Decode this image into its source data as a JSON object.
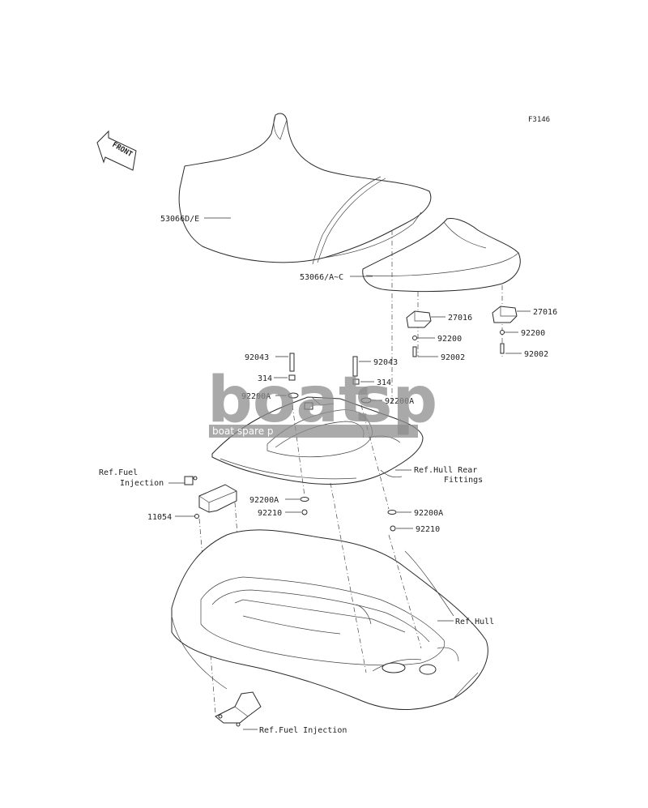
{
  "figure_code": "F3146",
  "front_label": "FRONT",
  "watermark": {
    "text": "boat",
    "sub": "boat spare p"
  },
  "callouts": {
    "seat_front": "53066D/E",
    "seat_rear": "53066/A~C",
    "bracket_left": "27016",
    "bracket_right": "27016",
    "washer_left_upper": "92200",
    "washer_right_upper": "92200",
    "screw_left_upper": "92002",
    "screw_right_upper": "92002",
    "bolt_left": "92043",
    "bolt_right": "92043",
    "part_314_left": "314",
    "part_314_right": "314",
    "washer_a_left_top": "92200A",
    "washer_a_right_top": "92200A",
    "washer_a_left_bottom": "92200A",
    "washer_a_right_bottom": "92200A",
    "nut_left": "92210",
    "nut_right": "92210",
    "ref_fuel_top_line1": "Ref.Fuel",
    "ref_fuel_top_line2": "Injection",
    "bracket_11054": "11054",
    "ref_hull_rear_line1": "Ref.Hull Rear",
    "ref_hull_rear_line2": "Fittings",
    "ref_hull": "Ref.Hull",
    "ref_fuel_bottom": "Ref.Fuel Injection"
  }
}
